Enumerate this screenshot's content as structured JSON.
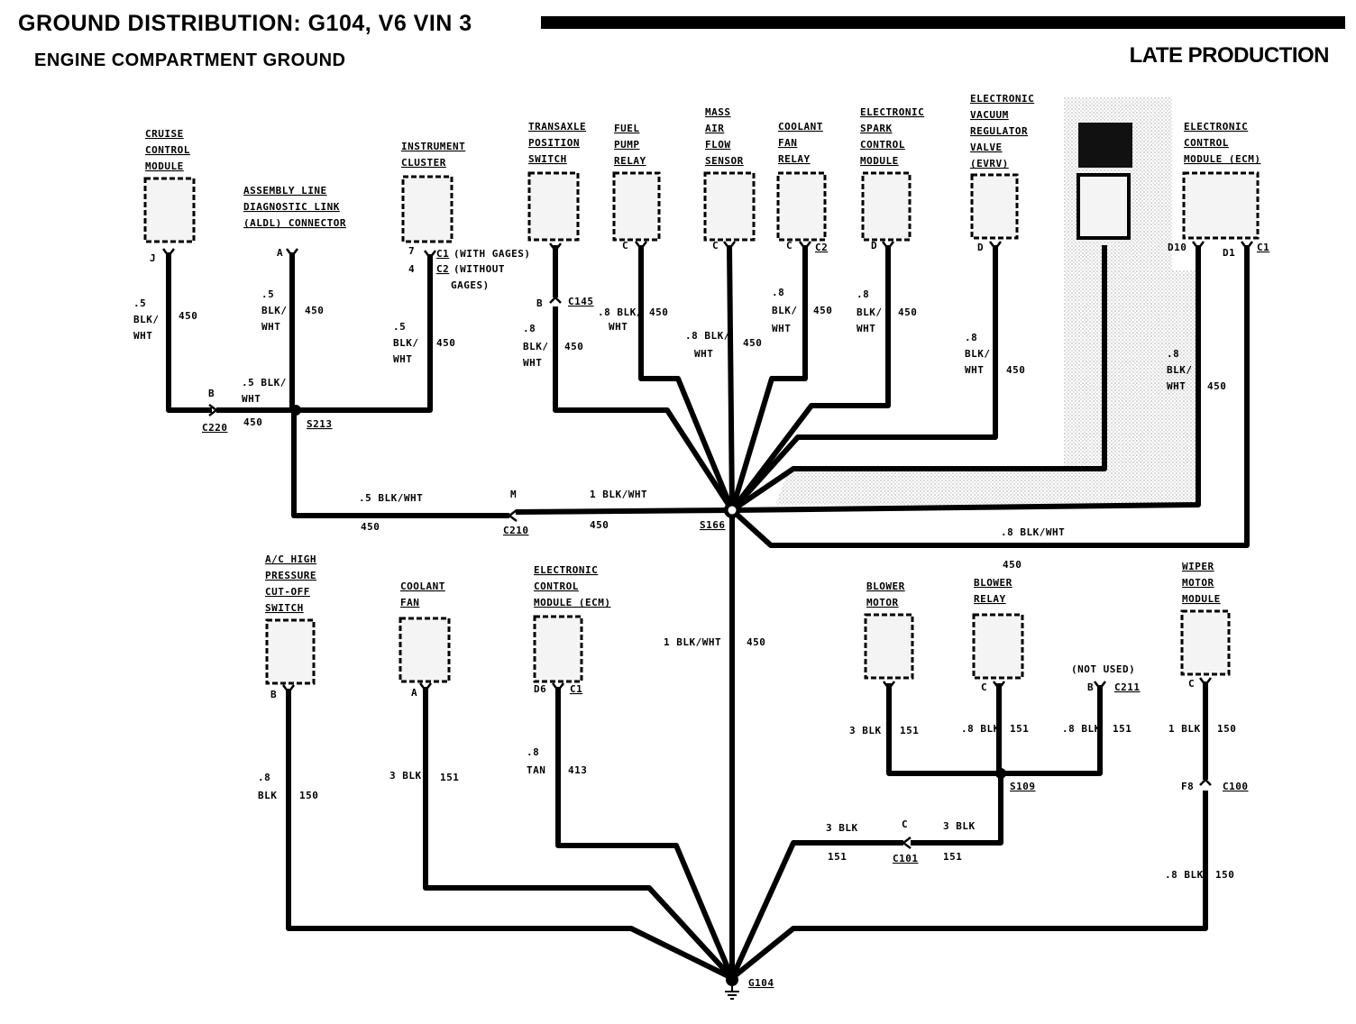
{
  "header": {
    "title": "GROUND DISTRIBUTION: G104, V6 VIN 3",
    "subtitle": "ENGINE COMPARTMENT GROUND",
    "production": "LATE PRODUCTION"
  },
  "components": {
    "cruise": [
      "CRUISE",
      "CONTROL",
      "MODULE"
    ],
    "aldl": [
      "ASSEMBLY LINE",
      "DIAGNOSTIC LINK",
      "(ALDL) CONNECTOR"
    ],
    "cluster": [
      "INSTRUMENT",
      "CLUSTER"
    ],
    "transaxle": [
      "TRANSAXLE",
      "POSITION",
      "SWITCH"
    ],
    "fuelpump": [
      "FUEL",
      "PUMP",
      "RELAY"
    ],
    "maf": [
      "MASS",
      "AIR",
      "FLOW",
      "SENSOR"
    ],
    "coolantrelay": [
      "COOLANT",
      "FAN",
      "RELAY"
    ],
    "esc": [
      "ELECTRONIC",
      "SPARK",
      "CONTROL",
      "MODULE"
    ],
    "evrv": [
      "ELECTRONIC",
      "VACUUM",
      "REGULATOR",
      "VALVE",
      "(EVRV)"
    ],
    "ecm_top": [
      "ELECTRONIC",
      "CONTROL",
      "MODULE (ECM)"
    ],
    "ac": [
      "A/C HIGH",
      "PRESSURE",
      "CUT-OFF",
      "SWITCH"
    ],
    "coolantfan": [
      "COOLANT",
      "FAN"
    ],
    "ecm_bottom": [
      "ELECTRONIC",
      "CONTROL",
      "MODULE (ECM)"
    ],
    "blowermotor": [
      "BLOWER",
      "MOTOR"
    ],
    "blowerrelay": [
      "BLOWER",
      "RELAY"
    ],
    "wiper": [
      "WIPER",
      "MOTOR",
      "MODULE"
    ]
  },
  "labels": {
    "cruise_pin": "J",
    "cruise_wire": [
      ".5",
      "BLK/",
      "WHT"
    ],
    "cruise_ckt": "450",
    "c220_pin": "B",
    "c220": "C220",
    "c220_wire": [
      ".5 BLK/",
      "WHT"
    ],
    "c220_ckt": "450",
    "aldl_pin": "A",
    "aldl_wire": [
      ".5",
      "BLK/",
      "WHT"
    ],
    "aldl_ckt": "450",
    "s213": "S213",
    "cluster_pin1": "7",
    "cluster_pin2": "4",
    "cluster_c1": "C1",
    "cluster_c1_note": "(WITH GAGES)",
    "cluster_c2": "C2",
    "cluster_c2_note": "(WITHOUT",
    "cluster_c2_note2": "GAGES)",
    "cluster_wire": [
      ".5",
      "BLK/",
      "WHT"
    ],
    "cluster_ckt": "450",
    "trans_pin": "B",
    "c145": "C145",
    "trans_wire": [
      ".8",
      "BLK/",
      "WHT"
    ],
    "trans_ckt": "450",
    "fuel_pin": "C",
    "fuel_wire": [
      ".8 BLK/",
      "WHT"
    ],
    "fuel_ckt": "450",
    "maf_pin": "C",
    "maf_wire": [
      ".8 BLK/",
      "WHT"
    ],
    "maf_ckt": "450",
    "cfr_pin": "C",
    "cfr_conn": "C2",
    "cfr_wire": [
      ".8",
      "BLK/",
      "WHT"
    ],
    "cfr_ckt": "450",
    "esc_pin": "D",
    "esc_wire": [
      ".8",
      "BLK/",
      "WHT"
    ],
    "esc_ckt": "450",
    "evrv_pin": "D",
    "evrv_wire": [
      ".8",
      "BLK/",
      "WHT"
    ],
    "evrv_ckt": "450",
    "ecm_pin1": "D10",
    "ecm_pin2": "D1",
    "ecm_conn": "C1",
    "ecm_wire": [
      ".8",
      "BLK/",
      "WHT"
    ],
    "ecm_ckt": "450",
    "h_left_wire": ".5 BLK/WHT",
    "h_left_ckt": "450",
    "c210_pin": "M",
    "c210": "C210",
    "h_mid_wire": "1 BLK/WHT",
    "h_mid_ckt": "450",
    "s166": "S166",
    "bottom_right_wire": ".8 BLK/WHT",
    "bottom_right_ckt": "450",
    "vertical_wire": "1 BLK/WHT",
    "vertical_ckt": "450",
    "ac_pin": "B",
    "ac_wire": [
      ".8",
      "BLK"
    ],
    "ac_ckt": "150",
    "cf_pin": "A",
    "cf_wire": "3 BLK",
    "cf_ckt": "151",
    "ecmb_pin": "D6",
    "ecmb_conn": "C1",
    "ecmb_wire": [
      ".8",
      "TAN"
    ],
    "ecmb_ckt": "413",
    "bm_wire": "3 BLK",
    "bm_ckt": "151",
    "br_pin": "C",
    "br_wire": ".8 BLK",
    "br_ckt": "151",
    "nu_note": "(NOT USED)",
    "nu_pin": "B",
    "c211": "C211",
    "nu_wire": ".8 BLK",
    "nu_ckt": "151",
    "s109": "S109",
    "c101_left_wire": "3 BLK",
    "c101_left_ckt": "151",
    "c101_pin": "C",
    "c101": "C101",
    "c101_right_wire": "3  BLK",
    "c101_right_ckt": "151",
    "wiper_pin": "C",
    "wiper_wire": "1 BLK",
    "wiper_ckt": "150",
    "c100_pin": "F8",
    "c100": "C100",
    "wiper_low_wire": ".8 BLK",
    "wiper_low_ckt": "150",
    "g104": "G104"
  }
}
